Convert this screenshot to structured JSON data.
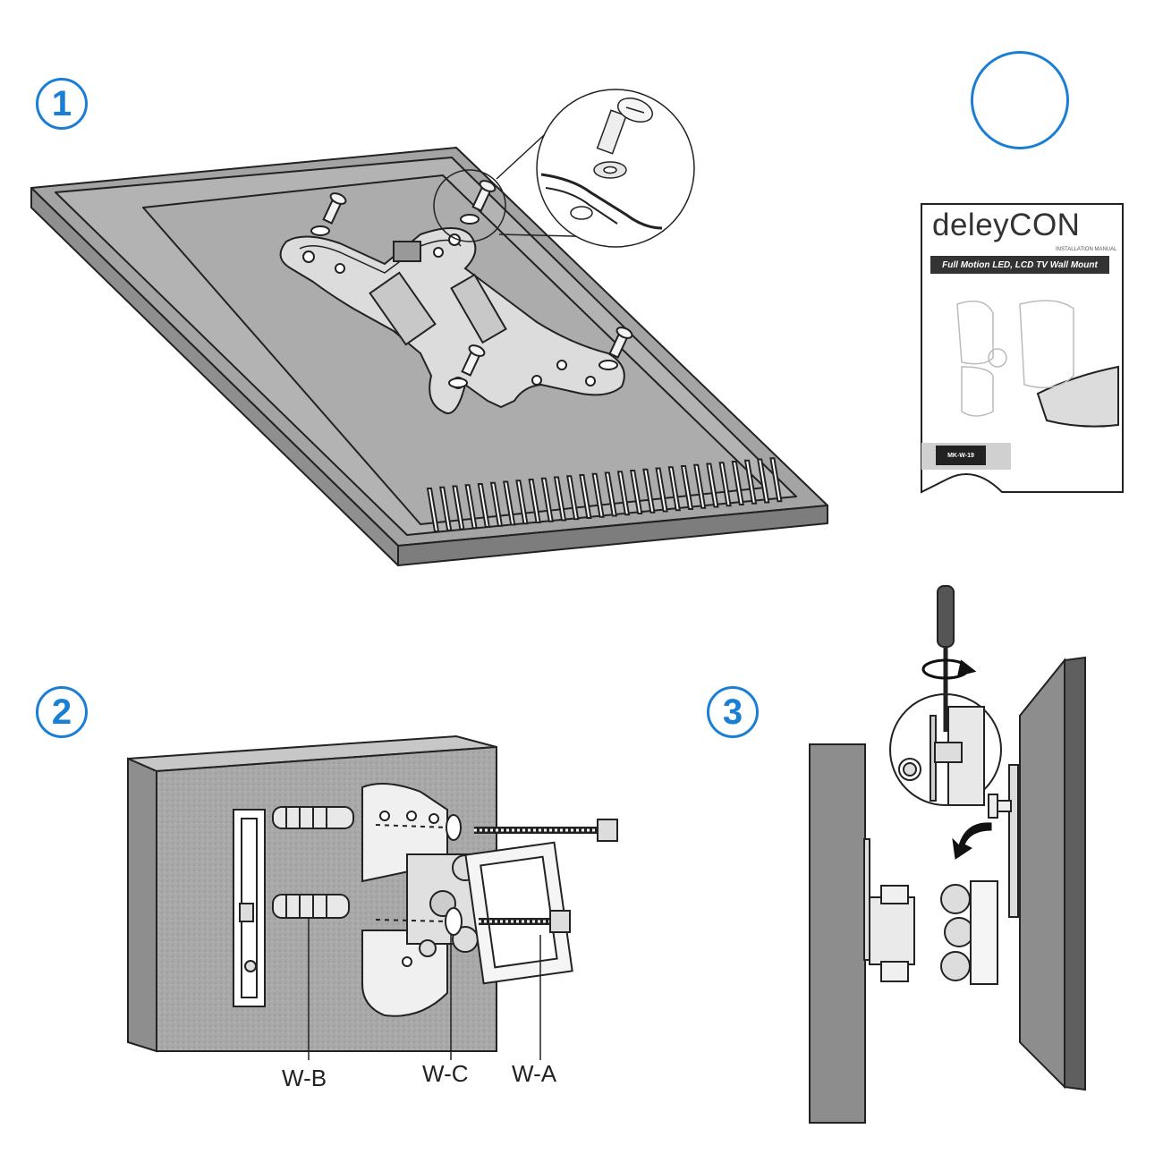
{
  "steps": [
    {
      "number": "1"
    },
    {
      "number": "2"
    },
    {
      "number": "3"
    }
  ],
  "manual": {
    "brand": "deleyCON",
    "subtitle": "INSTALLATION MANUAL",
    "banner": "Full Motion LED, LCD TV Wall Mount",
    "model": "MK-W-19"
  },
  "parts": {
    "wb": "W-B",
    "wc": "W-C",
    "wa": "W-A"
  },
  "icons": {
    "tools": "hammer-wrench-icon",
    "screwdriver": "screwdriver-icon",
    "rotate": "rotate-arrow-icon",
    "hang_arrow": "curved-arrow-icon"
  },
  "colors": {
    "accent": "#1a7fd4",
    "panel_gray": "#a8a8a8",
    "outline": "#222222"
  }
}
